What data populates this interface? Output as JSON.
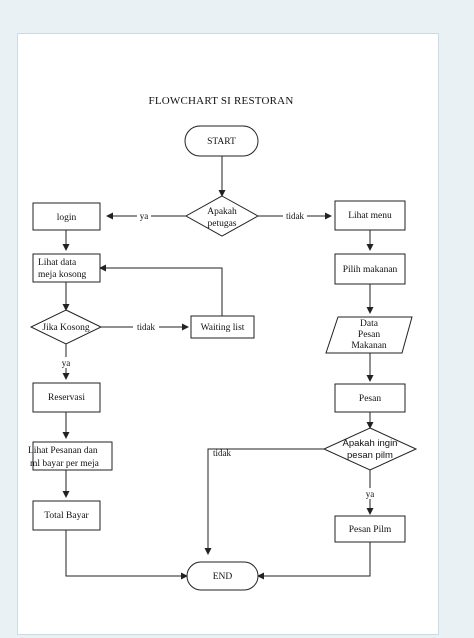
{
  "title": "FLOWCHART SI RESTORAN",
  "nodes": {
    "start": "START",
    "apakah_petugas": [
      "Apakah",
      "petugas"
    ],
    "login": "login",
    "lihat_menu": "Lihat menu",
    "lihat_data_meja": [
      "Lihat data",
      "meja kosong"
    ],
    "pilih_makanan": "Pilih makanan",
    "jika_kosong": "Jika Kosong",
    "waiting_list": "Waiting list",
    "data_pesan_makanan": [
      "Data",
      "Pesan",
      "Makanan"
    ],
    "reservasi": "Reservasi",
    "pesan": "Pesan",
    "lihat_pesanan": [
      "Lihat Pesanan dan",
      "ml bayar per meja"
    ],
    "apakah_ingin_pesan_pilm": [
      "Apakah ingin",
      "pesan pilm"
    ],
    "total_bayar": "Total Bayar",
    "pesan_pilm": "Pesan Pilm",
    "end": "END"
  },
  "edge_labels": {
    "ya_login": "ya",
    "tidak_lihat_menu": "tidak",
    "tidak_waiting": "tidak",
    "ya_reservasi": "ya",
    "tidak_end": "tidak",
    "ya_pesan_pilm": "ya"
  }
}
